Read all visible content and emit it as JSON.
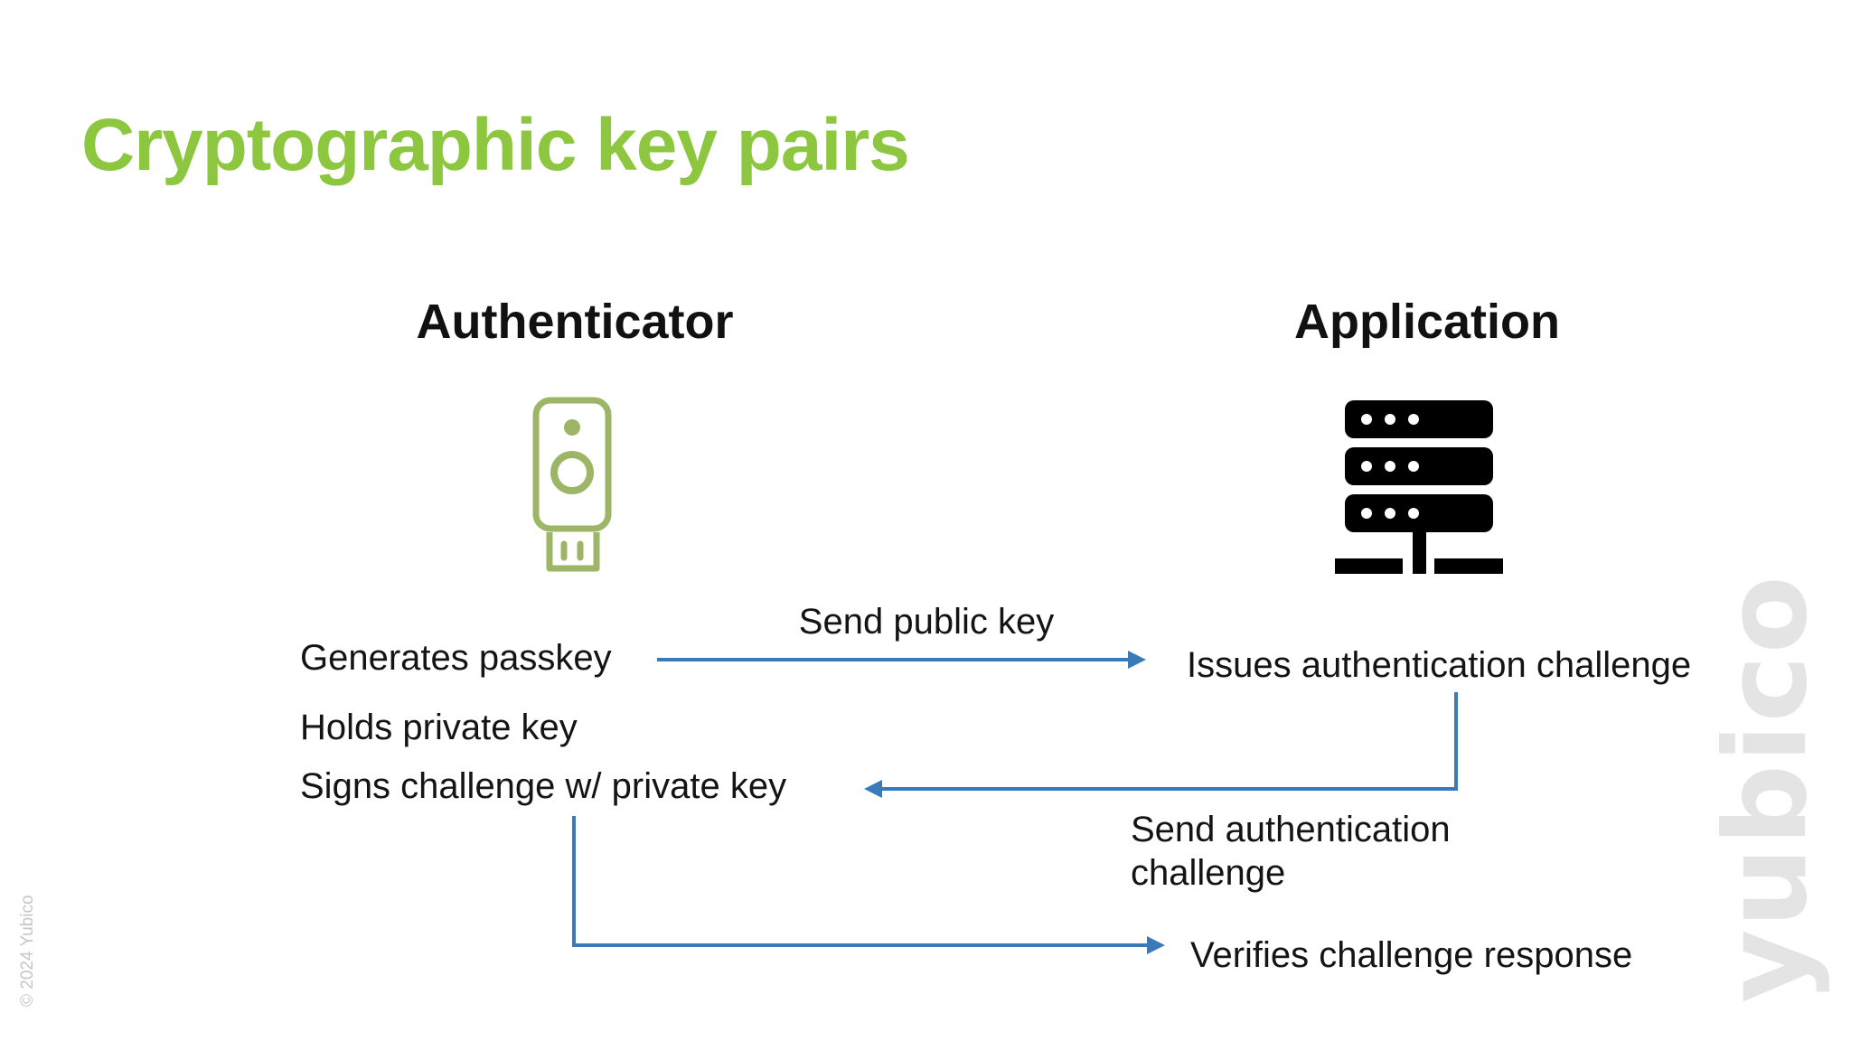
{
  "slide": {
    "title": "Cryptographic key pairs",
    "left_column": {
      "heading": "Authenticator",
      "icon": "yubikey-icon",
      "lines": [
        "Generates passkey",
        "Holds private key",
        "Signs challenge w/ private key"
      ]
    },
    "right_column": {
      "heading": "Application",
      "icon": "server-icon",
      "issues_label": "Issues authentication challenge",
      "verifies_label": "Verifies challenge response"
    },
    "flows": {
      "send_public_key": "Send public key",
      "send_auth_challenge": "Send authentication challenge"
    },
    "footer": {
      "copyright": "© 2024 Yubico",
      "watermark": "yubico"
    },
    "colors": {
      "title_green": "#8dc63f",
      "key_icon_green": "#9cb566",
      "arrow_blue": "#3a7ab8",
      "server_black": "#000000",
      "watermark_gray": "#e4e4e4",
      "copyright_gray": "#c6c6c6"
    }
  }
}
